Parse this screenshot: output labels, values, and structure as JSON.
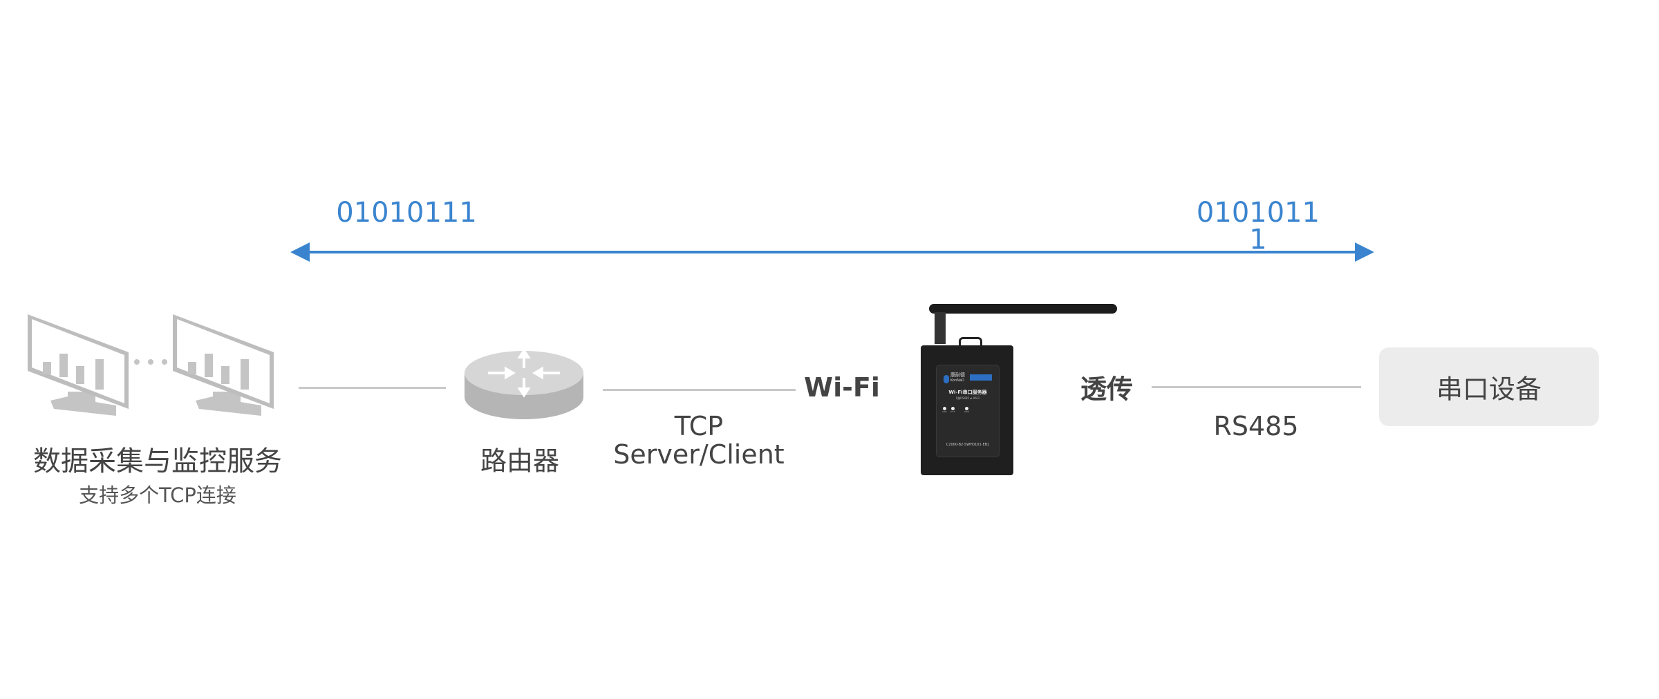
{
  "arrow": {
    "left_bits": "01010111",
    "right_bits_line1": "0101011",
    "right_bits_line2": "1",
    "color": "#3a84cf"
  },
  "server": {
    "title": "数据采集与监控服务",
    "subtitle": "支持多个TCP连接"
  },
  "router": {
    "label": "路由器"
  },
  "link1": {
    "line1": "TCP",
    "line2": "Server/Client"
  },
  "wifi": {
    "label": "Wi-Fi"
  },
  "device": {
    "brand": "康耐德",
    "brand_en": "KonNaD",
    "name": "Wi-Fi串口服务器",
    "sub": "1路RS485 ⇄ Wi-Fi",
    "model": "C2000-B2-SWH0101-EB1",
    "leds": [
      "LINK",
      "Wi-Fi",
      "PWR"
    ]
  },
  "transparent": {
    "label": "透传"
  },
  "link2": {
    "label": "RS485"
  },
  "serial_device": {
    "label": "串口设备"
  }
}
